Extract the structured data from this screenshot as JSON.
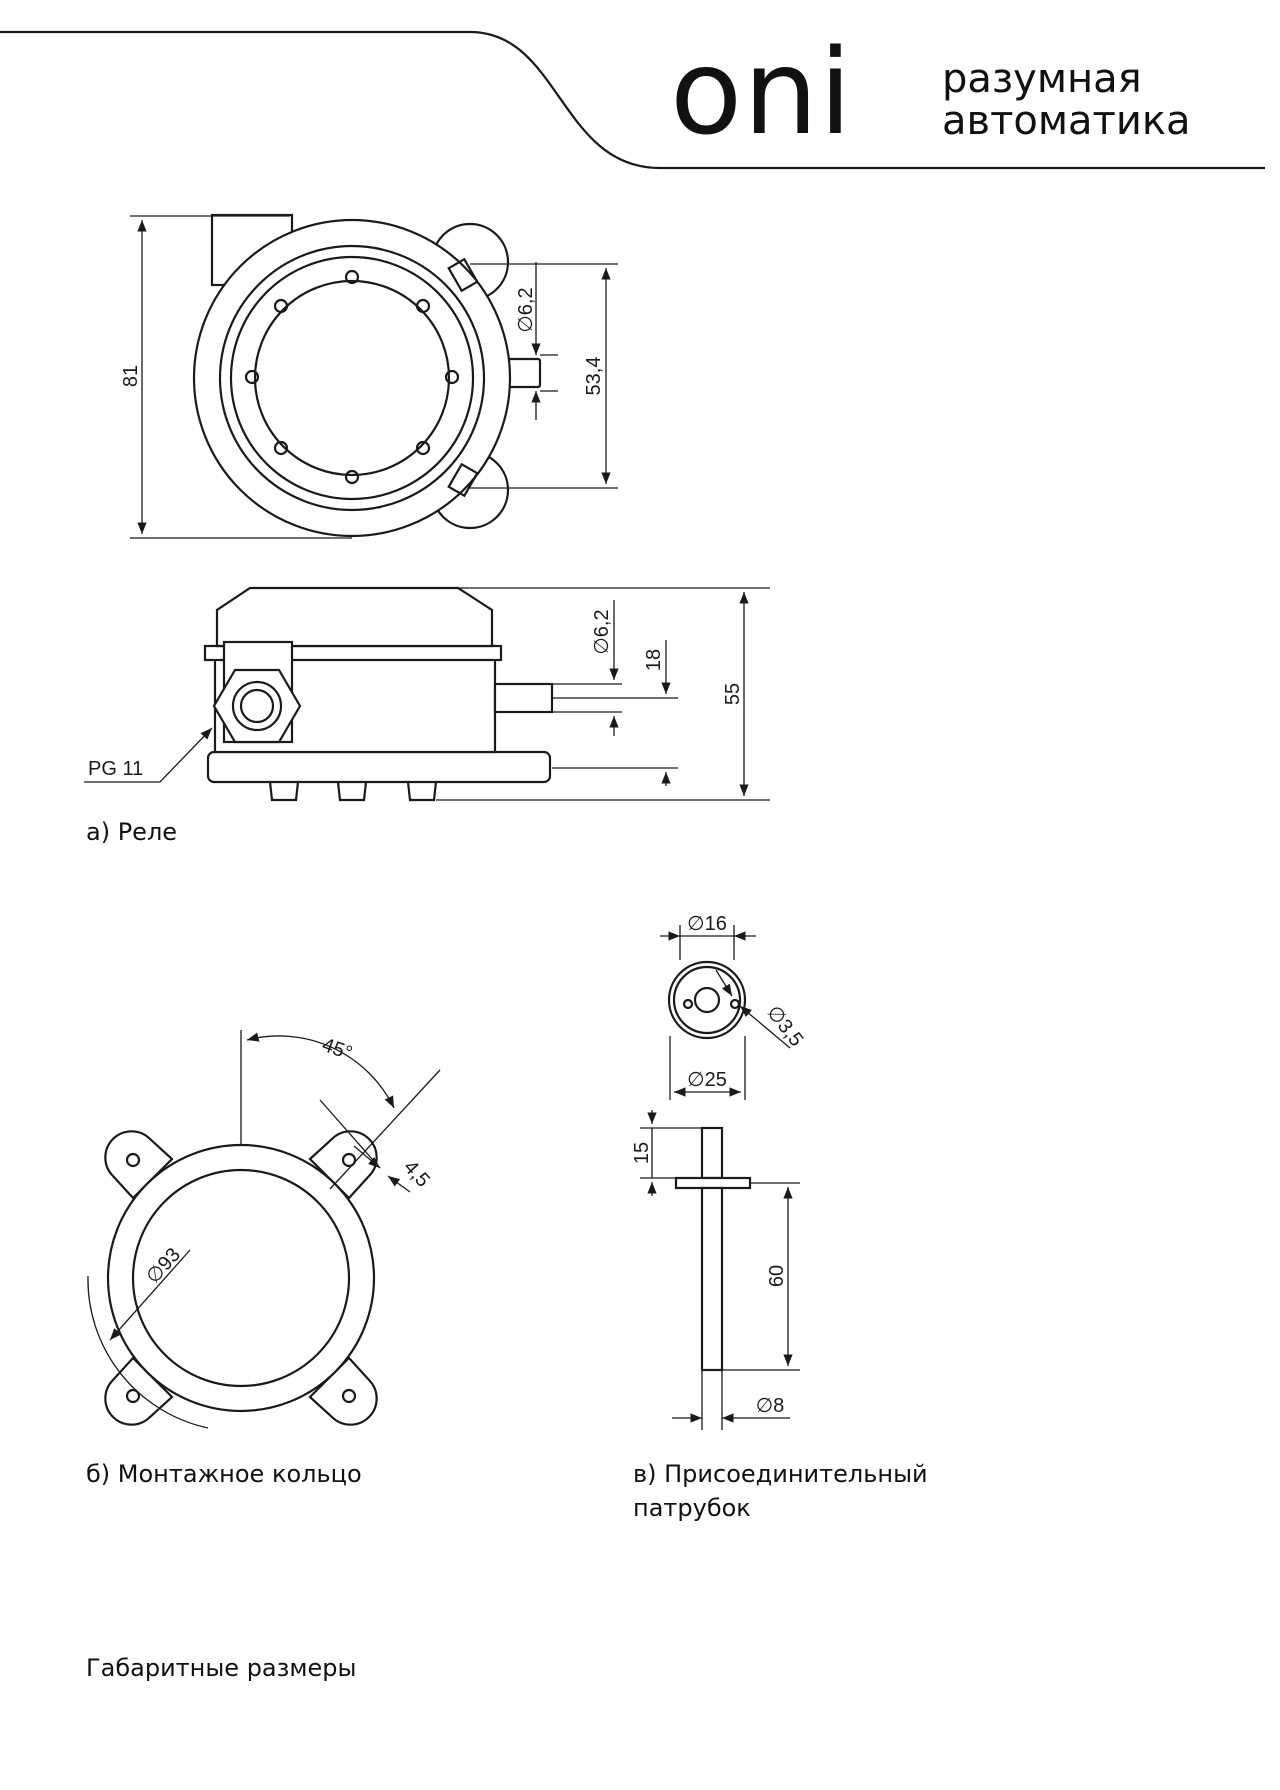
{
  "brand": {
    "logo": "oni",
    "tagline_1": "разумная",
    "tagline_2": "автоматика"
  },
  "relay": {
    "dim_height": "81",
    "dim_hole": "∅6,2",
    "dim_spacing": "53,4",
    "dim_port": "∅6,2",
    "dim_port_height": "18",
    "dim_total_height": "55",
    "gland": "PG 11",
    "caption": "а) Реле"
  },
  "ring": {
    "dim_angle": "45°",
    "dim_slot": "4,5",
    "dim_diameter": "∅93",
    "caption": "б) Монтажное кольцо"
  },
  "nozzle": {
    "dim_d16": "∅16",
    "dim_d35": "∅3,5",
    "dim_d25": "∅25",
    "dim_15": "15",
    "dim_60": "60",
    "dim_d8": "∅8",
    "caption_line1": "в) Присоединительный",
    "caption_line2": "патрубок"
  },
  "footer": {
    "title": "Габаритные размеры"
  }
}
